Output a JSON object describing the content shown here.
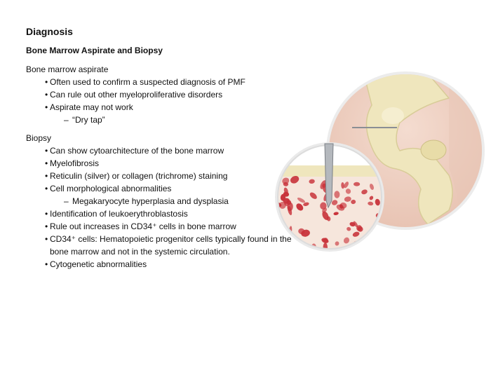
{
  "header": {
    "title": "Diagnosis",
    "subtitle": "Bone Marrow Aspirate and Biopsy"
  },
  "aspirate": {
    "heading": "Bone marrow aspirate",
    "bullets": [
      "Often used to confirm a suspected diagnosis of PMF",
      "Can rule out other myeloproliferative disorders",
      "Aspirate may not work"
    ],
    "sub_bullet": "“Dry tap”"
  },
  "biopsy": {
    "heading": "Biopsy",
    "bullets": [
      "Can show cytoarchitecture of the bone marrow",
      "Myelofibrosis",
      "Reticulin (silver) or collagen (trichrome) staining",
      "Cell morphological abnormalities"
    ],
    "sub_bullet": "Megakaryocyte hyperplasia and dysplasia",
    "bullets_after": [
      "Identification of leukoerythroblastosis",
      "Rule out increases in CD34⁺ cells in bone marrow",
      "CD34⁺ cells: Hematopoietic progenitor cells typically found in the bone marrow and not in the systemic circulation.",
      "Cytogenetic abnormalities"
    ]
  },
  "colors": {
    "skin": "#f0d4c8",
    "bone": "#efe8c6",
    "marrow_red": "#c8323a",
    "needle": "#9a9ea4",
    "circle_border": "#e4e4e4"
  },
  "icons": [
    "hip-bone-illustration",
    "bone-marrow-cross-section-illustration",
    "biopsy-needle-icon"
  ]
}
